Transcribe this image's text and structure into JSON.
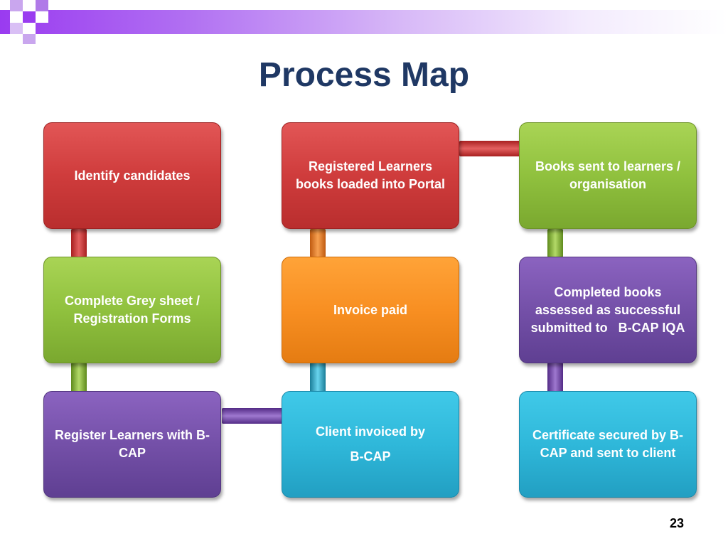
{
  "title": "Process Map",
  "page_number": "23",
  "colors": {
    "title": "#1f3864",
    "red": "#cf3c3c",
    "green": "#90c13e",
    "orange": "#f88f22",
    "purple": "#7450a8",
    "teal": "#2fb8da"
  },
  "steps": {
    "identify": {
      "text": "Identify candidates"
    },
    "grey_sheet": {
      "text": "Complete Grey sheet / Registration Forms"
    },
    "register": {
      "text": "Register Learners with B-CAP"
    },
    "client_invoiced": {
      "line1": "Client invoiced by",
      "line2": "B-CAP"
    },
    "invoice_paid": {
      "text": "Invoice paid"
    },
    "books_loaded": {
      "text": "Registered Learners books loaded into Portal"
    },
    "books_sent": {
      "text": "Books sent to learners / organisation"
    },
    "completed_books": {
      "text": "Completed books assessed as successful submitted to   B-CAP IQA"
    },
    "certificate": {
      "text": "Certificate secured by B-CAP and sent to client"
    }
  }
}
